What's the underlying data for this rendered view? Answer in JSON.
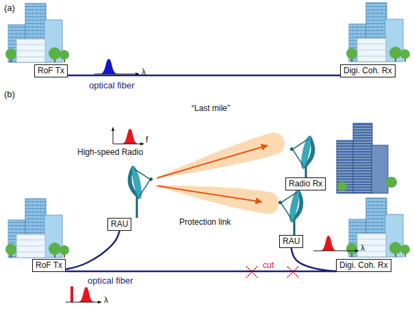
{
  "diagram": {
    "nodes": [
      {
        "text": [
          "RoF Tx"
        ]
      },
      {
        "text": [
          "Digi. Coh. Rx"
        ]
      },
      {
        "text": [
          "RoF Tx"
        ]
      },
      {
        "text": [
          "RAU"
        ]
      },
      {
        "text": [
          "Radio Rx"
        ]
      },
      {
        "text": [
          "RAU"
        ]
      },
      {
        "text": [
          "Digi. Coh. Rx"
        ]
      }
    ],
    "edges": [
      {
        "from": 0,
        "to": 1,
        "label": "optical fiber",
        "arrow": "none"
      },
      {
        "from": 2,
        "to": 3,
        "arrow": "none"
      },
      {
        "from": 2,
        "to": 6,
        "label": "optical fiber",
        "arrow": "none"
      },
      {
        "from": 5,
        "to": 6,
        "arrow": "none"
      }
    ],
    "labels": [
      "(a)",
      "λ",
      "(b)",
      "“Last mile”",
      "f",
      "High-speed Radio",
      "Protection link",
      "λ",
      "cut",
      "λ"
    ]
  }
}
